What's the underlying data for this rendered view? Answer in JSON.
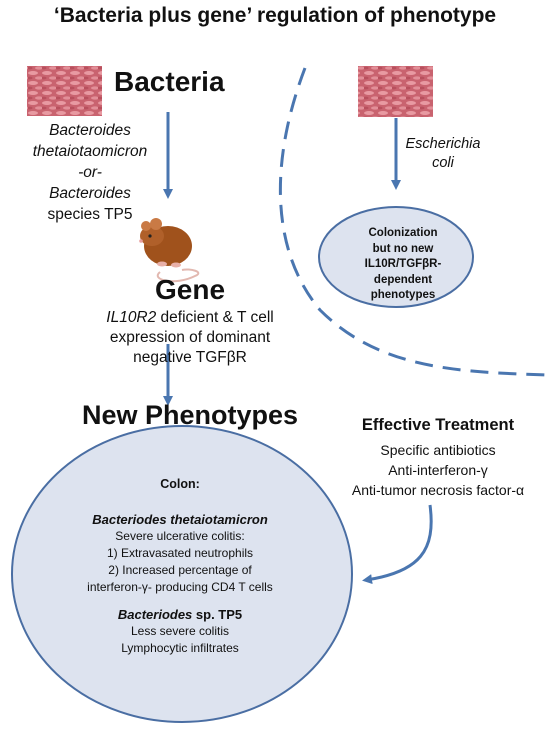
{
  "title": "‘Bacteria plus gene’ regulation of phenotype",
  "bacteria": {
    "label": "Bacteria",
    "species_line1": "Bacteroides",
    "species_line2": "thetaiotaomicron",
    "species_line3": "-or-",
    "species_line4": "Bacteroides",
    "species_line5": "species TP5"
  },
  "gene": {
    "label": "Gene",
    "desc_italic": "IL10R2",
    "desc_rest1": " deficient & T cell",
    "desc_line2": "expression of dominant",
    "desc_line3": "negative TGFβR"
  },
  "ecoli": {
    "line1": "Escherichia",
    "line2": "coli",
    "ellipse_line1": "Colonization",
    "ellipse_line2": "but no new",
    "ellipse_line3": "IL10R/TGFβR-",
    "ellipse_line4": "dependent",
    "ellipse_line5": "phenotypes"
  },
  "new_phenotypes": {
    "label": "New Phenotypes",
    "colon": "Colon:",
    "bt_name": "Bacteriodes thetaiotamicron",
    "bt_1": "Severe ulcerative colitis:",
    "bt_2": "1) Extravasated neutrophils",
    "bt_3": "2) Increased percentage of",
    "bt_4": "interferon-γ- producing CD4 T cells",
    "tp5_name_italic": "Bacteriodes",
    "tp5_name_rest": " sp. TP5",
    "tp5_1": "Less severe colitis",
    "tp5_2": "Lymphocytic infiltrates"
  },
  "treatment": {
    "title": "Effective Treatment",
    "item1": "Specific antibiotics",
    "item2": "Anti-interferon-γ",
    "item3": "Anti-tumor necrosis factor-α"
  },
  "colors": {
    "arrow": "#4a76b0",
    "ellipse_fill": "#dde3ef",
    "ellipse_stroke": "#4a6ea3",
    "bacteria_pink": "#d0707c",
    "mouse": "#a0521c"
  }
}
